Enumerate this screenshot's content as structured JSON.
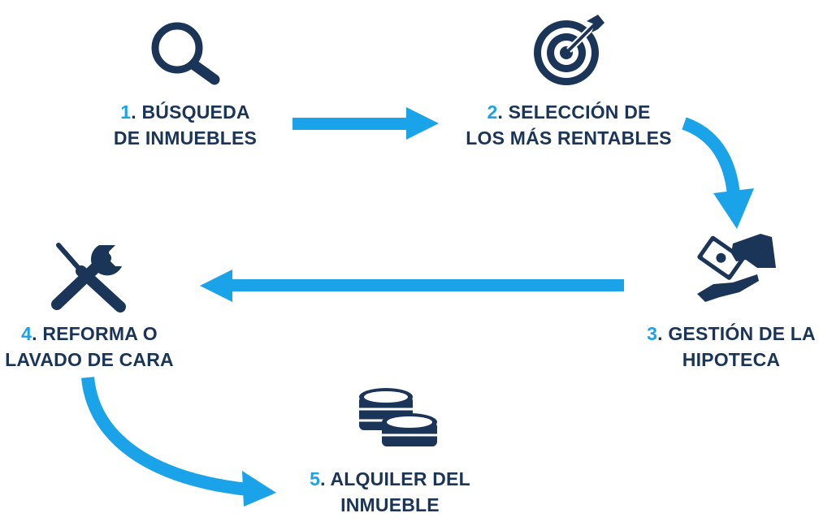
{
  "colors": {
    "dark_navy": "#1b3558",
    "accent_blue": "#1aa3e8",
    "background": "#ffffff"
  },
  "steps": [
    {
      "number": "1",
      "line1": ". BÚSQUEDA",
      "line2": "DE INMUEBLES",
      "icon": "magnifying-glass-icon"
    },
    {
      "number": "2",
      "line1": ". SELECCIÓN DE",
      "line2": "LOS MÁS RENTABLES",
      "icon": "target-icon"
    },
    {
      "number": "3",
      "line1": ". GESTIÓN DE LA",
      "line2": "HIPOTECA",
      "icon": "money-hand-icon"
    },
    {
      "number": "4",
      "line1": ". REFORMA O",
      "line2": "LAVADO DE CARA",
      "icon": "tools-icon"
    },
    {
      "number": "5",
      "line1": ". ALQUILER DEL",
      "line2": "INMUEBLE",
      "icon": "coins-icon"
    }
  ],
  "flow": [
    {
      "from": "1",
      "to": "2"
    },
    {
      "from": "2",
      "to": "3"
    },
    {
      "from": "3",
      "to": "4"
    },
    {
      "from": "4",
      "to": "5"
    }
  ]
}
